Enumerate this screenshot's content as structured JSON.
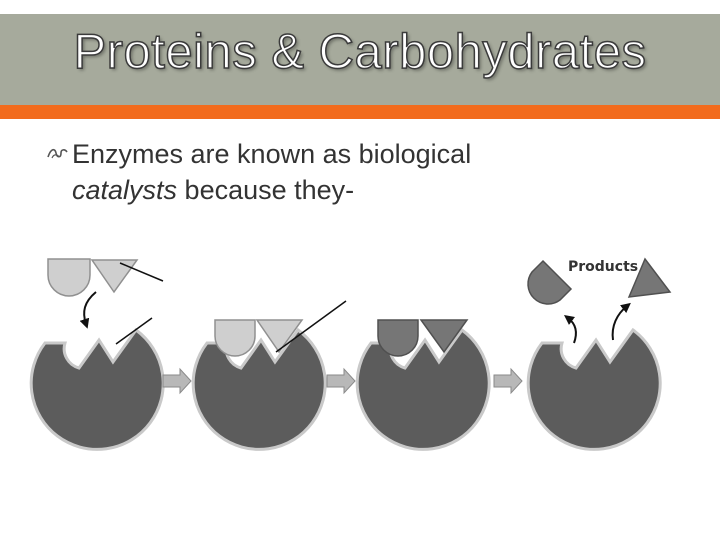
{
  "slide": {
    "title": "Proteins & Carbohydrates",
    "bullet": {
      "icon": "curl-bullet-icon",
      "text_part1": "Enzymes are known as biological",
      "text_italic": "catalysts",
      "text_part2": " because they-"
    }
  },
  "diagram": {
    "products_label": "Products"
  },
  "colors": {
    "title_bar": "#a6aa9c",
    "accent": "#f26b1d",
    "enzyme": "#5c5c5c",
    "substrate_light": "#cfcfcf",
    "substrate_dark": "#767676",
    "arrow": "#b8b8b8"
  }
}
